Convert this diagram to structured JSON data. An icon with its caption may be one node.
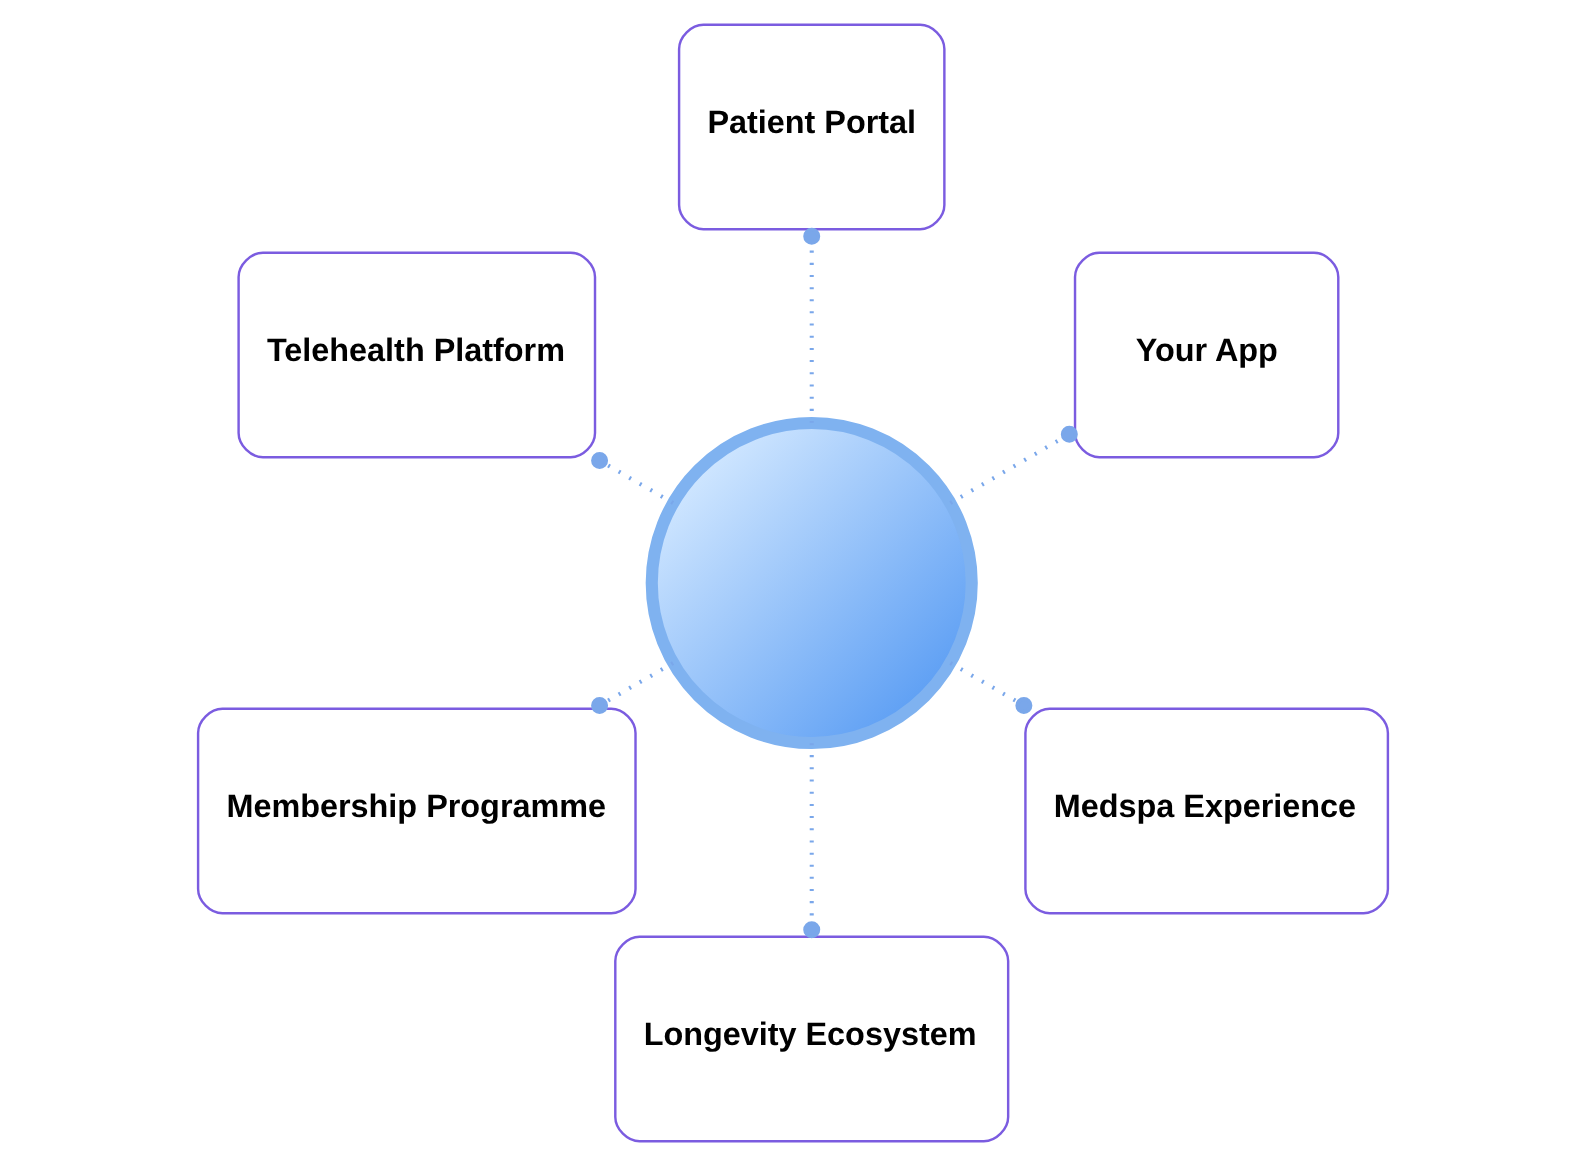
{
  "diagram": {
    "nodes": [
      {
        "text": [
          "Your App"
        ]
      },
      {
        "text": [
          "Patient Portal"
        ]
      },
      {
        "text": [
          "Telehealth Platform"
        ]
      },
      {
        "text": [
          "Membership Programme"
        ]
      },
      {
        "text": [
          "Longevity Ecosystem"
        ]
      },
      {
        "text": [
          "Medspa Experience"
        ]
      },
      {
        "text": [],
        "shape": "circle"
      }
    ],
    "edges": [
      {
        "from": 6,
        "to": 0,
        "arrow": "other",
        "style": "dashed"
      },
      {
        "from": 6,
        "to": 1,
        "arrow": "other",
        "style": "dashed"
      },
      {
        "from": 6,
        "to": 2,
        "arrow": "other",
        "style": "dashed"
      },
      {
        "from": 6,
        "to": 3,
        "arrow": "other",
        "style": "dashed"
      },
      {
        "from": 6,
        "to": 4,
        "arrow": "other",
        "style": "dashed"
      },
      {
        "from": 6,
        "to": 5,
        "arrow": "other",
        "style": "dashed"
      }
    ]
  }
}
